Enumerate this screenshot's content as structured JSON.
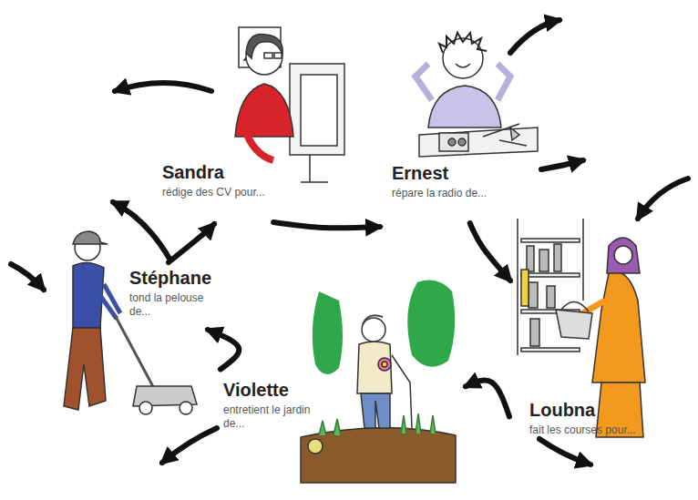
{
  "diagram": {
    "nodes": [
      {
        "text": [
          "Sandra",
          "rédige des CV pour..."
        ]
      },
      {
        "text": [
          "Ernest",
          "répare la radio de..."
        ]
      },
      {
        "text": [
          "Stéphane",
          "tond la pelouse de..."
        ]
      },
      {
        "text": [
          "Violette",
          "entretient le jardin de..."
        ]
      },
      {
        "text": [
          "Loubna",
          "fait les courses pour..."
        ]
      }
    ],
    "edges": [
      {
        "from": 0,
        "to": 1,
        "arrow": "to"
      },
      {
        "from": 1,
        "to": 4,
        "arrow": "to"
      },
      {
        "from": 4,
        "to": 3,
        "arrow": "to"
      },
      {
        "from": 3,
        "to": 2,
        "arrow": "to"
      },
      {
        "from": 2,
        "to": 0,
        "arrow": "to"
      }
    ]
  }
}
